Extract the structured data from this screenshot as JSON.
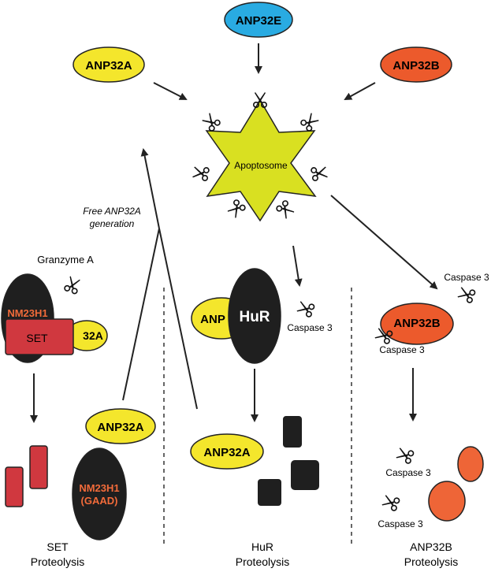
{
  "nodes": {
    "anp32e": "ANP32E",
    "anp32a_top": "ANP32A",
    "anp32b_top": "ANP32B",
    "apoptosome": "Apoptosome",
    "free_anp32a_line1": "Free ANP32A",
    "free_anp32a_line2": "generation",
    "granzyme_a": "Granzyme A",
    "nm23h1": "NM23H1",
    "set": "SET",
    "anp32a_partial": "32A",
    "anp_partial": "ANP",
    "hur": "HuR",
    "caspase3_hur": "Caspase 3",
    "caspase3_top_right": "Caspase 3",
    "anp32b_mid": "ANP32B",
    "caspase3_anp32b": "Caspase 3",
    "anp32a_set_product": "ANP32A",
    "nm23h1_gaad_line1": "NM23H1",
    "nm23h1_gaad_line2": "(GAAD)",
    "anp32a_hur_product": "ANP32A",
    "caspase3_frag1": "Caspase 3",
    "caspase3_frag2": "Caspase 3"
  },
  "panels": {
    "set_line1": "SET",
    "set_line2": "Proteolysis",
    "hur_line1": "HuR",
    "hur_line2": "Proteolysis",
    "anp32b_line1": "ANP32B",
    "anp32b_line2": "Proteolysis"
  },
  "colors": {
    "anp32e_fill": "#29abe2",
    "anp32a_fill": "#f4e62c",
    "anp32b_fill": "#ec5a2c",
    "apoptosome_fill": "#d9e021",
    "dark_fill": "#1f1f1f",
    "set_fill": "#d0383f",
    "nm23h1_text": "#f26b3a",
    "fragment_fill": "#ee6537",
    "set_fragment_fill": "#d0383f"
  },
  "icons": [
    "scissors-icon"
  ]
}
